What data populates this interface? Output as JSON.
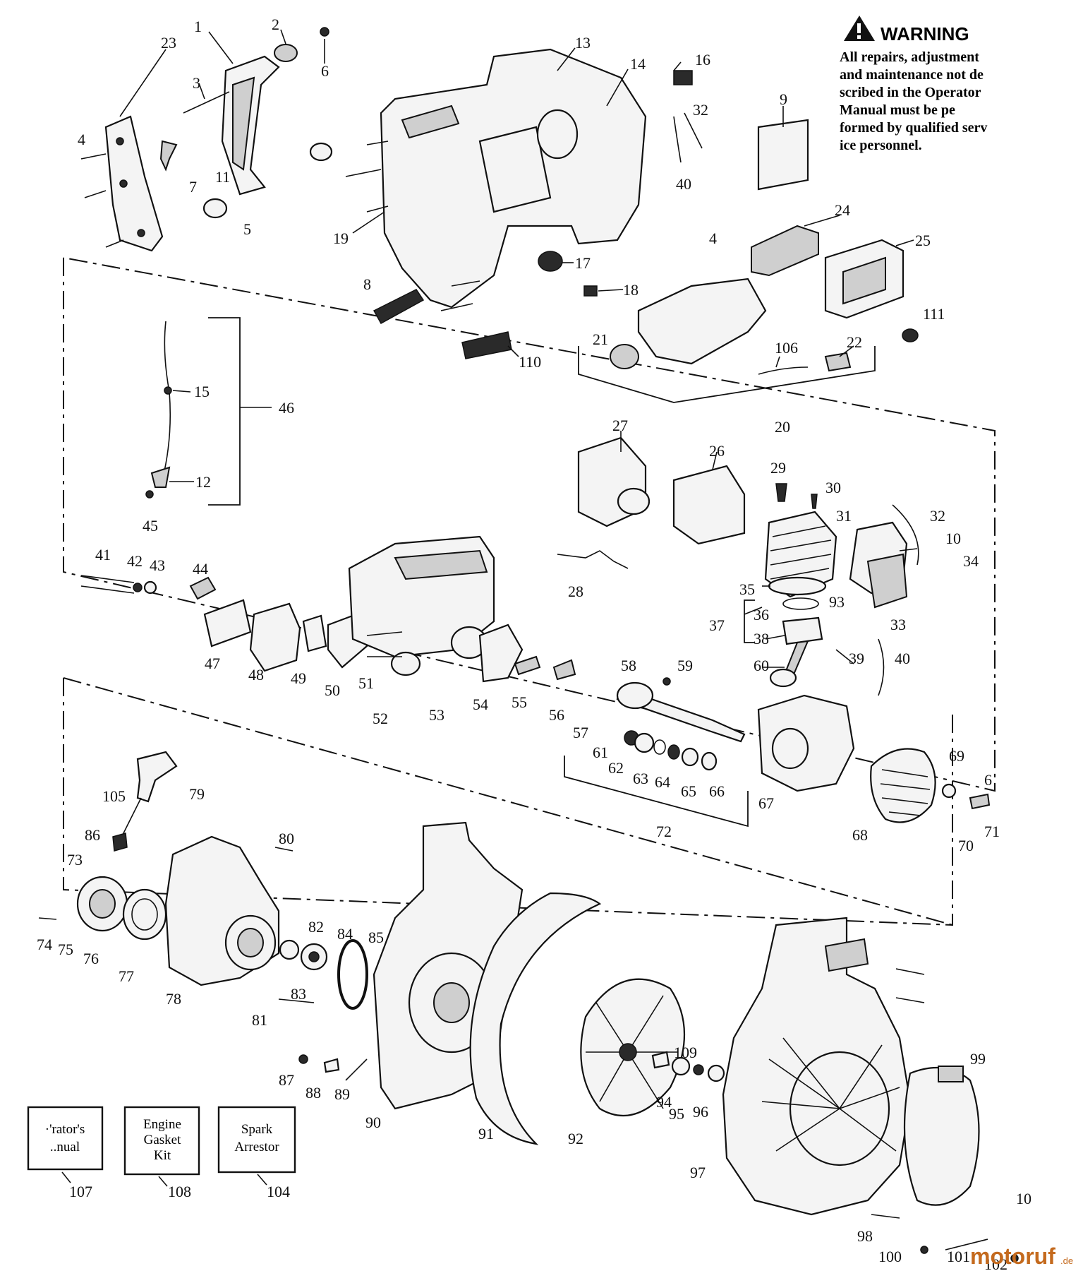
{
  "warning": {
    "title": "WARNING",
    "lines": [
      "All repairs, adjustment",
      "and maintenance not de",
      "scribed in the Operator",
      "Manual must be pe",
      "formed by qualified serv",
      "ice personnel."
    ]
  },
  "kit_boxes": [
    {
      "lines": [
        "·'rator's",
        "..nual"
      ],
      "number": "107"
    },
    {
      "lines": [
        "Engine",
        "Gasket",
        "Kit"
      ],
      "number": "108"
    },
    {
      "lines": [
        "Spark",
        "Arrestor"
      ],
      "number": "104"
    }
  ],
  "part_numbers": [
    "1",
    "2",
    "3",
    "4",
    "4",
    "5",
    "6",
    "7",
    "8",
    "9",
    "10",
    "10",
    "11",
    "12",
    "13",
    "14",
    "15",
    "16",
    "17",
    "18",
    "19",
    "20",
    "21",
    "22",
    "23",
    "24",
    "25",
    "26",
    "27",
    "28",
    "29",
    "30",
    "31",
    "32",
    "32",
    "33",
    "34",
    "35",
    "36",
    "37",
    "38",
    "39",
    "40",
    "40",
    "41",
    "42",
    "43",
    "44",
    "45",
    "46",
    "47",
    "48",
    "49",
    "50",
    "51",
    "52",
    "53",
    "54",
    "55",
    "56",
    "57",
    "58",
    "59",
    "60",
    "61",
    "62",
    "63",
    "64",
    "65",
    "66",
    "67",
    "68",
    "69",
    "70",
    "71",
    "72",
    "73",
    "74",
    "75",
    "76",
    "77",
    "78",
    "79",
    "80",
    "81",
    "82",
    "83",
    "84",
    "85",
    "86",
    "87",
    "88",
    "89",
    "90",
    "91",
    "92",
    "93",
    "94",
    "95",
    "96",
    "97",
    "98",
    "99",
    "100",
    "101",
    "102",
    "105",
    "106",
    "109",
    "110",
    "111",
    "6"
  ],
  "watermark": {
    "brand": "motoruf",
    "suffix": ".de"
  },
  "icons": {
    "warning": "warning-triangle-icon"
  }
}
